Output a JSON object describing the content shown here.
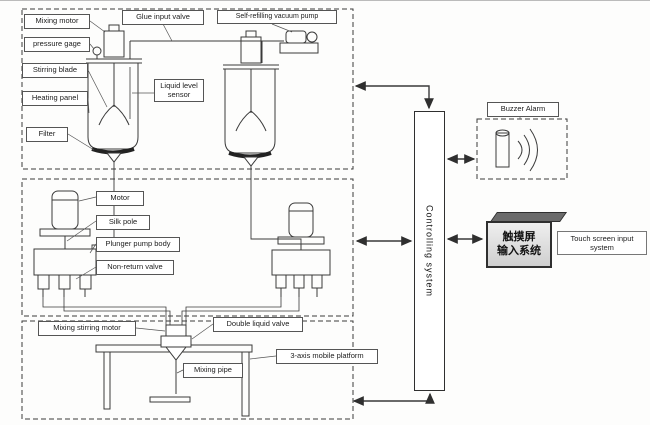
{
  "labels": {
    "mixing_motor": "Mixing motor",
    "glue_input_valve": "Glue input valve",
    "self_refilling_vacuum_pump": "Self-refilling vacuum pump",
    "pressure_gage": "pressure gage",
    "stirring_blade": "Stirring blade",
    "heating_panel": "Heating panel",
    "liquid_level_sensor": "Liquid level sensor",
    "filter": "Filter",
    "motor": "Motor",
    "silk_pole": "Silk pole",
    "plunger_pump_body": "Plunger pump body",
    "non_return_valve": "Non-return valve",
    "mixing_stirring_motor": "Mixing stirring motor",
    "double_liquid_valve": "Double liquid valve",
    "mixing_pipe": "Mixing pipe",
    "three_axis_mobile_platform": "3-axis mobile platform",
    "controlling_system": "Controlling system",
    "buzzer_alarm": "Buzzer Alarm",
    "touch_screen_input_system": "Touch screen input system"
  },
  "touch_screen": {
    "line1": "触摸屏",
    "line2": "输入系统"
  },
  "colors": {
    "line": "#3a3a3a",
    "screen_face_light": "#efefef",
    "screen_face_dark": "#cfcfcf",
    "screen_edge": "#6b6b6b"
  }
}
